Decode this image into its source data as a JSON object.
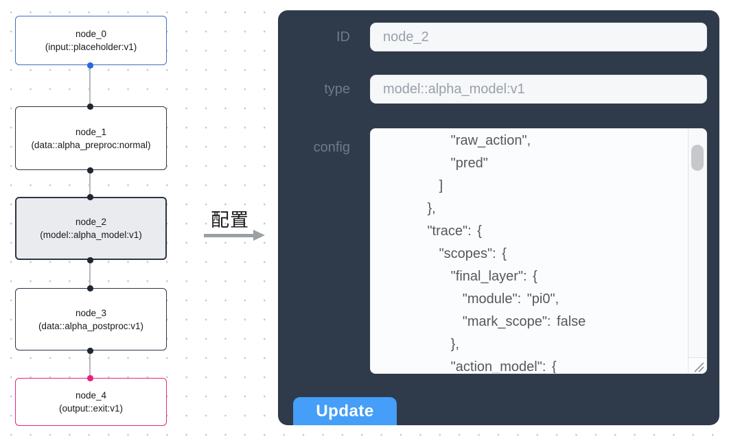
{
  "graph": {
    "nodes": [
      {
        "label": "node_0",
        "type_label": "(input::placeholder:v1)",
        "role": "input"
      },
      {
        "label": "node_1",
        "type_label": "(data::alpha_preproc:normal)",
        "role": "processor"
      },
      {
        "label": "node_2",
        "type_label": "(model::alpha_model:v1)",
        "role": "model-selected"
      },
      {
        "label": "node_3",
        "type_label": "(data::alpha_postproc:v1)",
        "role": "processor"
      },
      {
        "label": "node_4",
        "type_label": "(output::exit:v1)",
        "role": "output"
      }
    ]
  },
  "transition": {
    "label": "配置"
  },
  "panel": {
    "id_field": {
      "label": "ID",
      "value": "node_2"
    },
    "type_field": {
      "label": "type",
      "value": "model::alpha_model:v1"
    },
    "config_field": {
      "label": "config",
      "lines": [
        "            \"raw_action\",",
        "            \"pred\"",
        "          ]",
        "        },",
        "        \"trace\": {",
        "          \"scopes\": {",
        "            \"final_layer\": {",
        "              \"module\": \"pi0\",",
        "              \"mark_scope\": false",
        "            },",
        "            \"action_model\": {"
      ]
    },
    "update_label": "Update"
  },
  "colors": {
    "panel_bg": "#2f3a4a",
    "accent_blue": "#459ef7",
    "node_input_border": "#3d6dc5",
    "node_output_border": "#e8237c",
    "node_default_border": "#2b3342",
    "selected_node_bg": "#e9ebee",
    "handle_blue": "#2a66dd",
    "handle_pink": "#e8237c",
    "handle_dark": "#1f2734"
  }
}
